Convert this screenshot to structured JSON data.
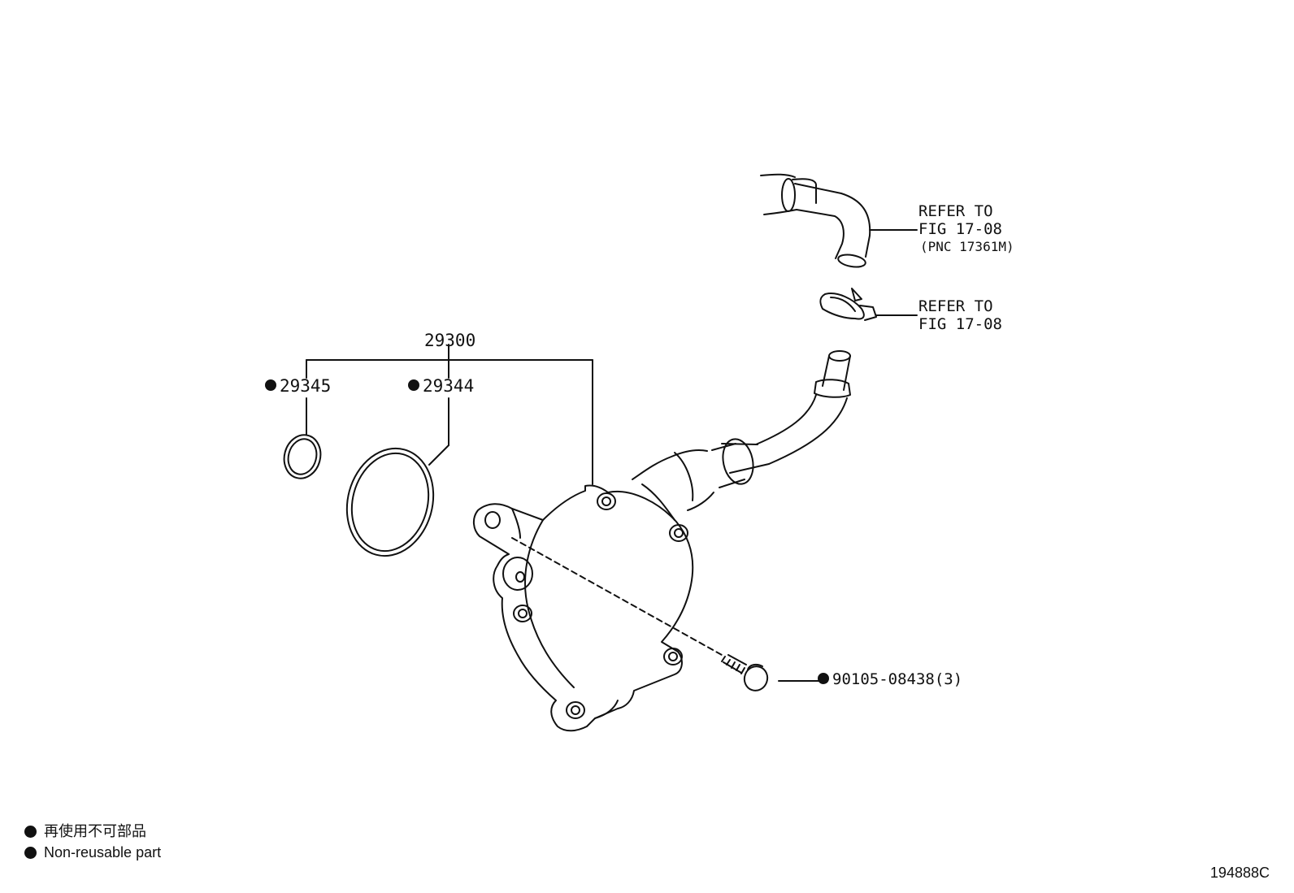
{
  "parts": {
    "assembly": "29300",
    "small_oring": "29345",
    "large_oring": "29344",
    "bolt": "90105-08438(3)"
  },
  "references": {
    "hose": {
      "line1": "REFER TO",
      "line2": "FIG 17-08",
      "line3": "(PNC 17361M)"
    },
    "clamp": {
      "line1": "REFER TO",
      "line2": "FIG 17-08"
    }
  },
  "legend": {
    "japanese": "再使用不可部品",
    "english": "Non-reusable part"
  },
  "figure_id": "194888C",
  "icons": {
    "non_reusable": "filled-circle-icon"
  }
}
